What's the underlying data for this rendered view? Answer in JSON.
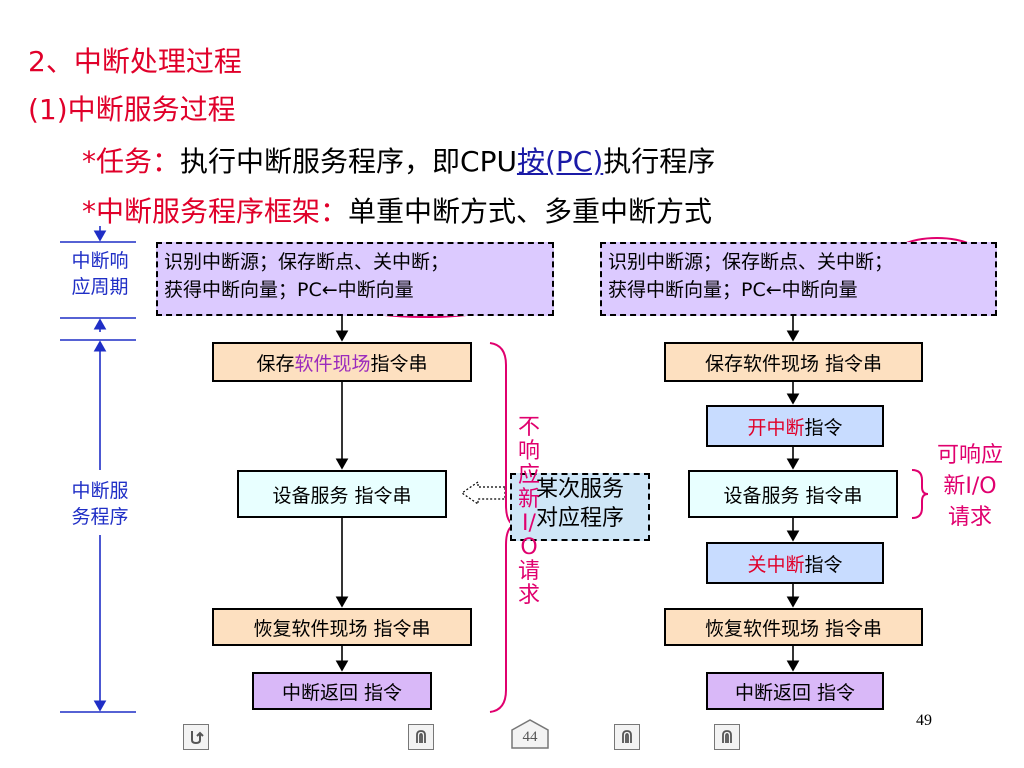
{
  "headings": {
    "section": "2、中断处理过程",
    "subsection": "(1)中断服务过程"
  },
  "bullets": {
    "task_label": "*任务：",
    "task_text_a": "执行中断服务程序，即CPU",
    "task_link": "按(PC)",
    "task_text_b": "执行程序",
    "frame_label": "*中断服务程序框架：",
    "frame_text": "单重中断方式、多重中断方式"
  },
  "side_labels": {
    "response_line1": "中断响",
    "response_line2": "应周期",
    "service_line1": "中断服",
    "service_line2": "务程序"
  },
  "left_flow": {
    "entry_line1": "识别中断源；保存断点、关中断；",
    "entry_line2": "获得中断向量；PC←中断向量",
    "save_a": "保存",
    "save_b": "软件现场",
    "save_c": " 指令串",
    "device": "设备服务 指令串",
    "restore": "恢复软件现场 指令串",
    "return": "中断返回 指令"
  },
  "some_service": {
    "line1": "某次服务",
    "line2": "对应程序"
  },
  "no_response_note": "不响应新I/O请求",
  "right_flow": {
    "entry_line1": "识别中断源；保存断点、关中断；",
    "entry_line2": "获得中断向量；PC←中断向量",
    "save": "保存软件现场 指令串",
    "enable_a": "开中断",
    "enable_b": " 指令",
    "device": "设备服务 指令串",
    "disable_a": "关中断",
    "disable_b": " 指令",
    "restore": "恢复软件现场 指令串",
    "return": "中断返回 指令"
  },
  "can_respond_note": {
    "line1": "可响应",
    "line2": "新I/O",
    "line3": "请求"
  },
  "footer": {
    "page_number": "49",
    "nav_page": "44"
  },
  "icons": [
    "back-icon",
    "prev-icon",
    "home-icon",
    "next-icon",
    "end-icon"
  ],
  "colors": {
    "heading_red": "#e0002a",
    "side_blue": "#1f2ec6",
    "highlight_pink": "#e0006e",
    "save_box": "#fde0c0",
    "device_box": "#e8ffff",
    "return_box": "#d9b8f8",
    "toggle_box": "#c8dcff",
    "entry_box": "#dccaff"
  }
}
